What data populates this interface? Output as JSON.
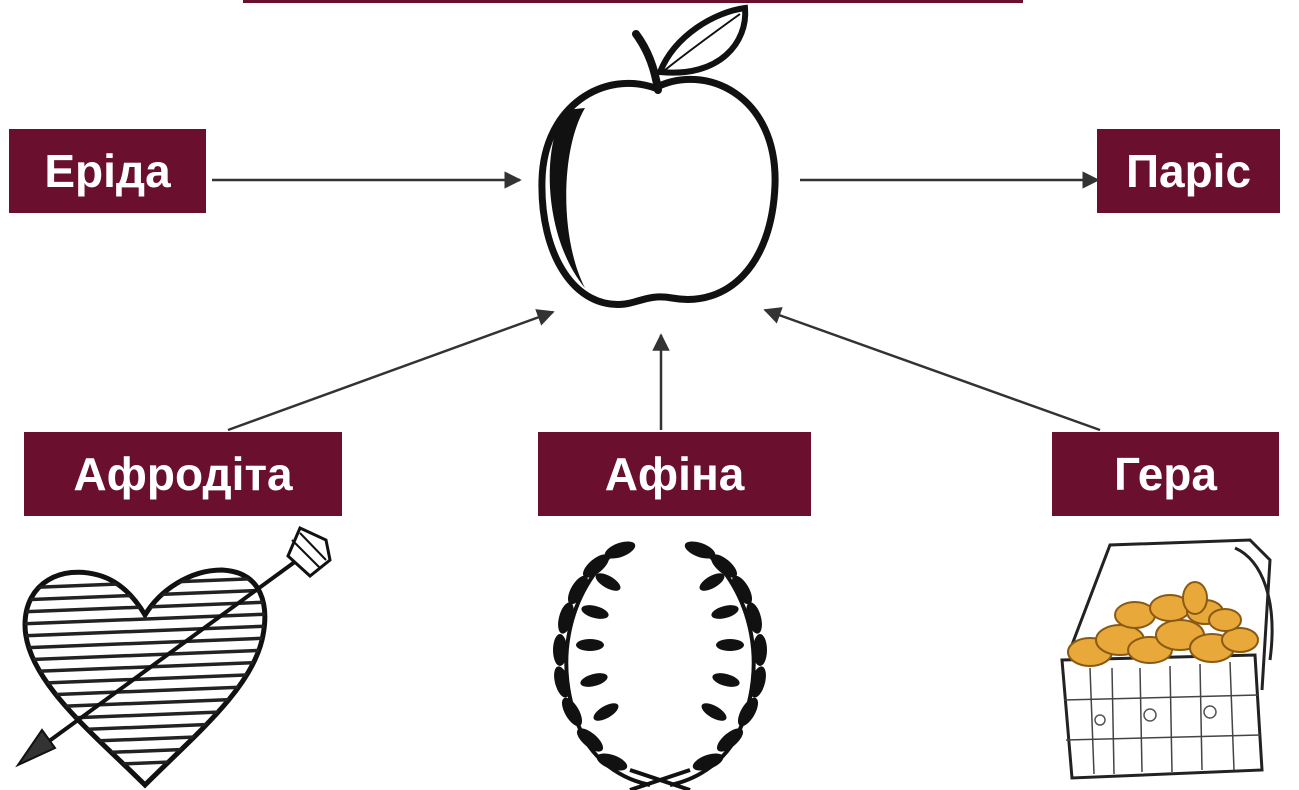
{
  "labels": {
    "erida": "Еріда",
    "paris": "Паріс",
    "afrodita": "Афродіта",
    "afina": "Афіна",
    "hera": "Гера"
  },
  "colors": {
    "label_background": "#6b0f2e",
    "label_text": "#ffffff",
    "arrow": "#333333",
    "gold": "#e8a93a"
  },
  "icons": [
    "apple-icon",
    "heart-with-arrow-icon",
    "laurel-wreath-icon",
    "treasure-chest-icon"
  ]
}
